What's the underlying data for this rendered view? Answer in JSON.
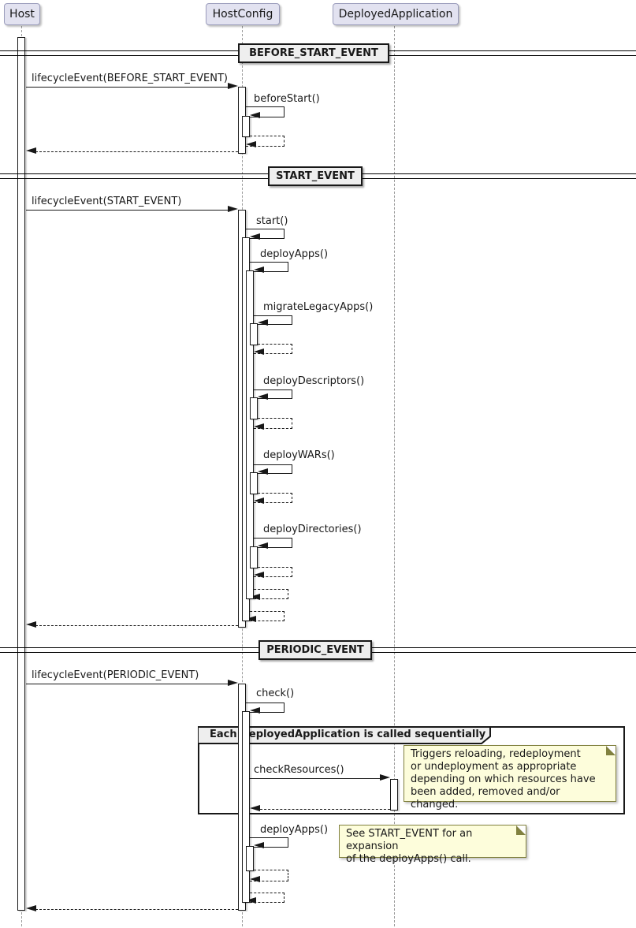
{
  "participants": [
    {
      "label": "Host"
    },
    {
      "label": "HostConfig"
    },
    {
      "label": "DeployedApplication"
    }
  ],
  "dividers": [
    {
      "label": "BEFORE_START_EVENT"
    },
    {
      "label": "START_EVENT"
    },
    {
      "label": "PERIODIC_EVENT"
    }
  ],
  "messages": {
    "before_lifecycle": "lifecycleEvent(BEFORE_START_EVENT)",
    "before_start": "beforeStart()",
    "start_lifecycle": "lifecycleEvent(START_EVENT)",
    "start": "start()",
    "deploy_apps": "deployApps()",
    "migrate_legacy_apps": "migrateLegacyApps()",
    "deploy_descriptors": "deployDescriptors()",
    "deploy_wars": "deployWARs()",
    "deploy_directories": "deployDirectories()",
    "periodic_lifecycle": "lifecycleEvent(PERIODIC_EVENT)",
    "check": "check()",
    "check_resources": "checkResources()",
    "periodic_deploy_apps": "deployApps()"
  },
  "group": {
    "label": "Each DeployedApplication is called sequentially"
  },
  "notes": {
    "check_resources_note": "Triggers reloading, redeployment\nor undeployment as appropriate\ndepending on which resources have\nbeen added, removed and/or changed.",
    "deploy_apps_note": "See START_EVENT for an expansion\nof the deployApps() call."
  },
  "colors": {
    "participant_fill": "#E2E2F0",
    "note_fill": "#FDFDDB",
    "divider_fill": "#EEEEEE",
    "line": "#181818"
  }
}
